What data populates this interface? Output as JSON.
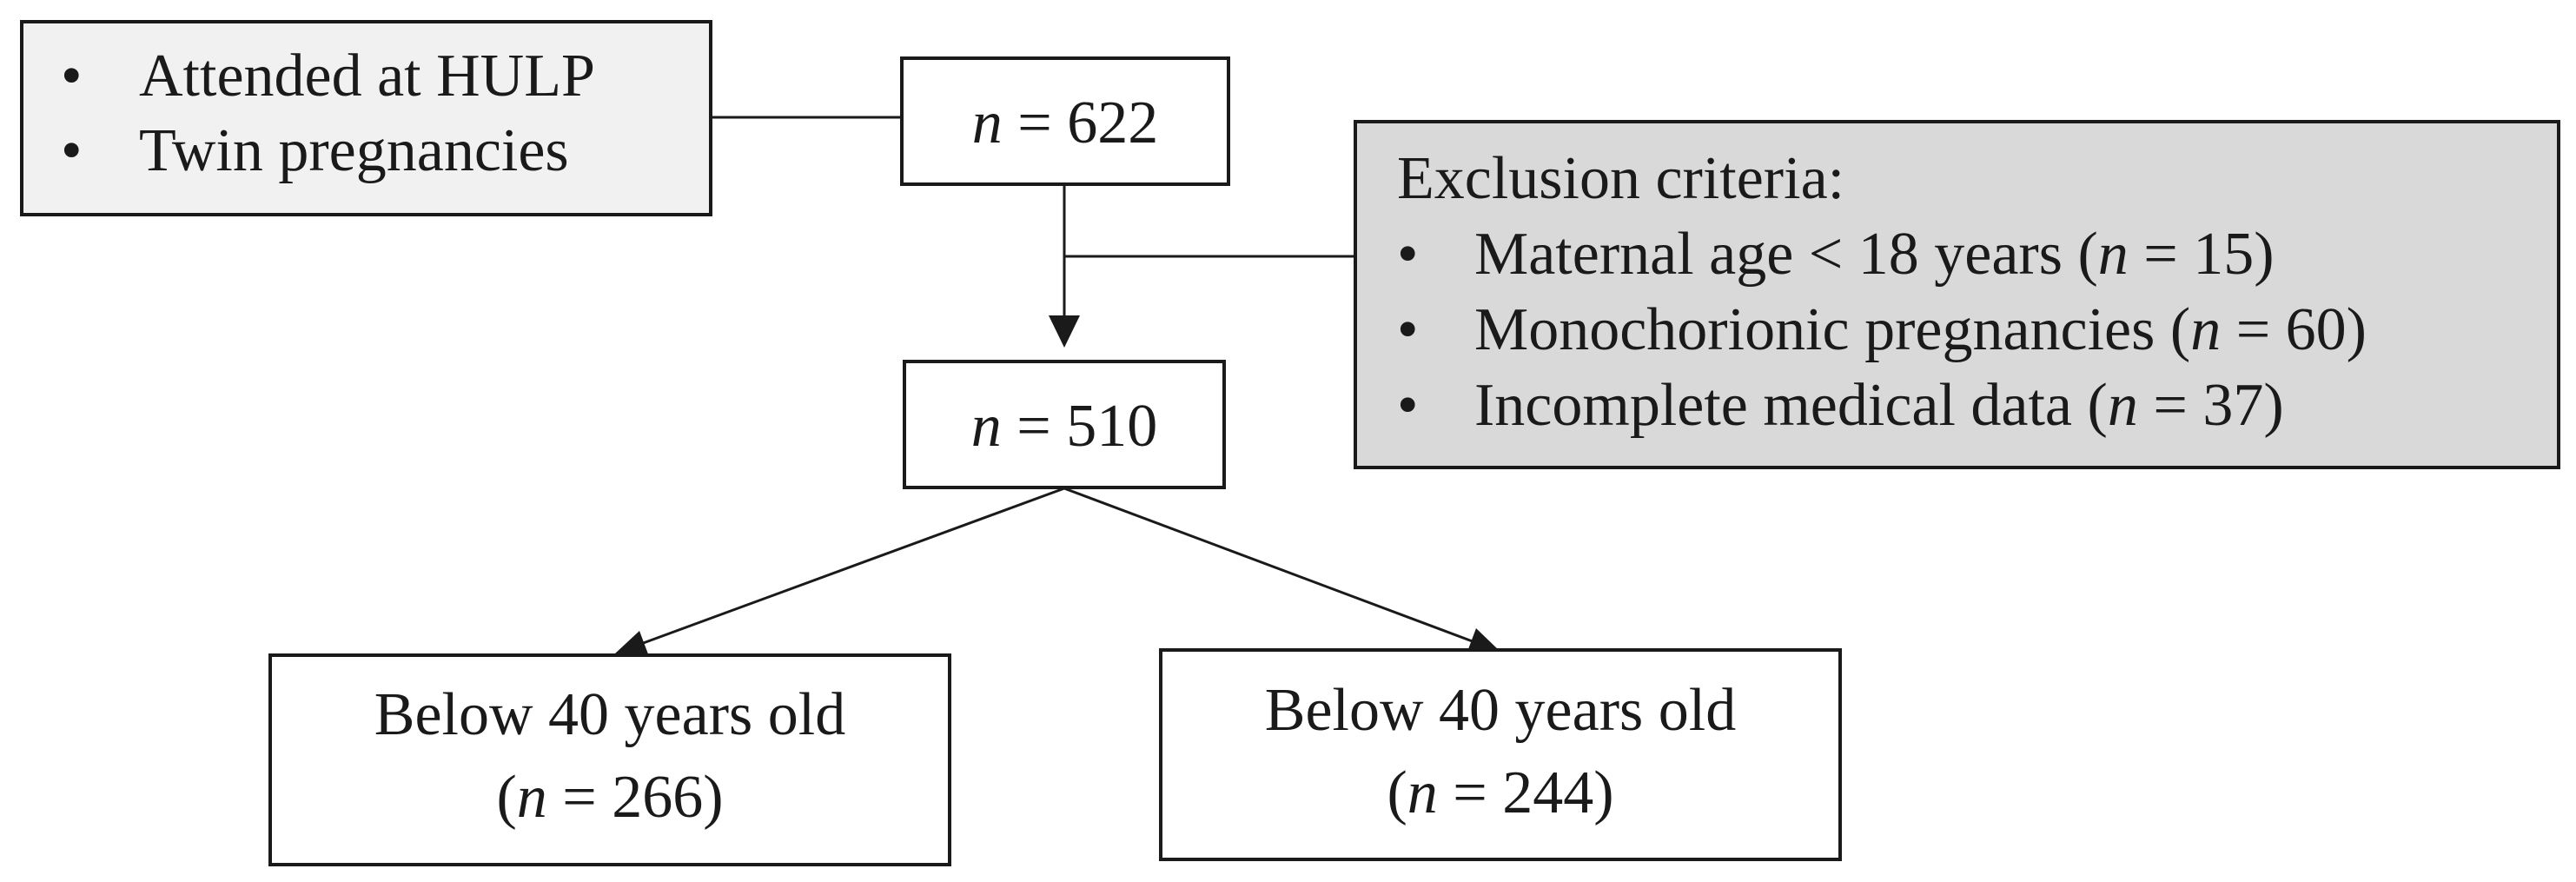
{
  "inclusion": {
    "items": [
      "Attended at HULP",
      "Twin pregnancies"
    ],
    "bullet": "•"
  },
  "total": {
    "var": "n",
    "eq": " = ",
    "value": "622"
  },
  "exclusion": {
    "title": "Exclusion criteria:",
    "bullet": "•",
    "items": [
      {
        "label": "Maternal age < 18 years",
        "value": "15"
      },
      {
        "label": "Monochorionic pregnancies",
        "value": "60"
      },
      {
        "label": "Incomplete medical data",
        "value": "37"
      }
    ]
  },
  "included": {
    "var": "n",
    "eq": " = ",
    "value": "510"
  },
  "groups": [
    {
      "label": "Below 40 years old",
      "value": "266"
    },
    {
      "label": "Below 40 years old",
      "value": "244"
    }
  ],
  "colors": {
    "inclusion_fill": "#f1f1f1",
    "exclusion_fill": "#d9d9d9",
    "line": "#1a1a1a"
  }
}
